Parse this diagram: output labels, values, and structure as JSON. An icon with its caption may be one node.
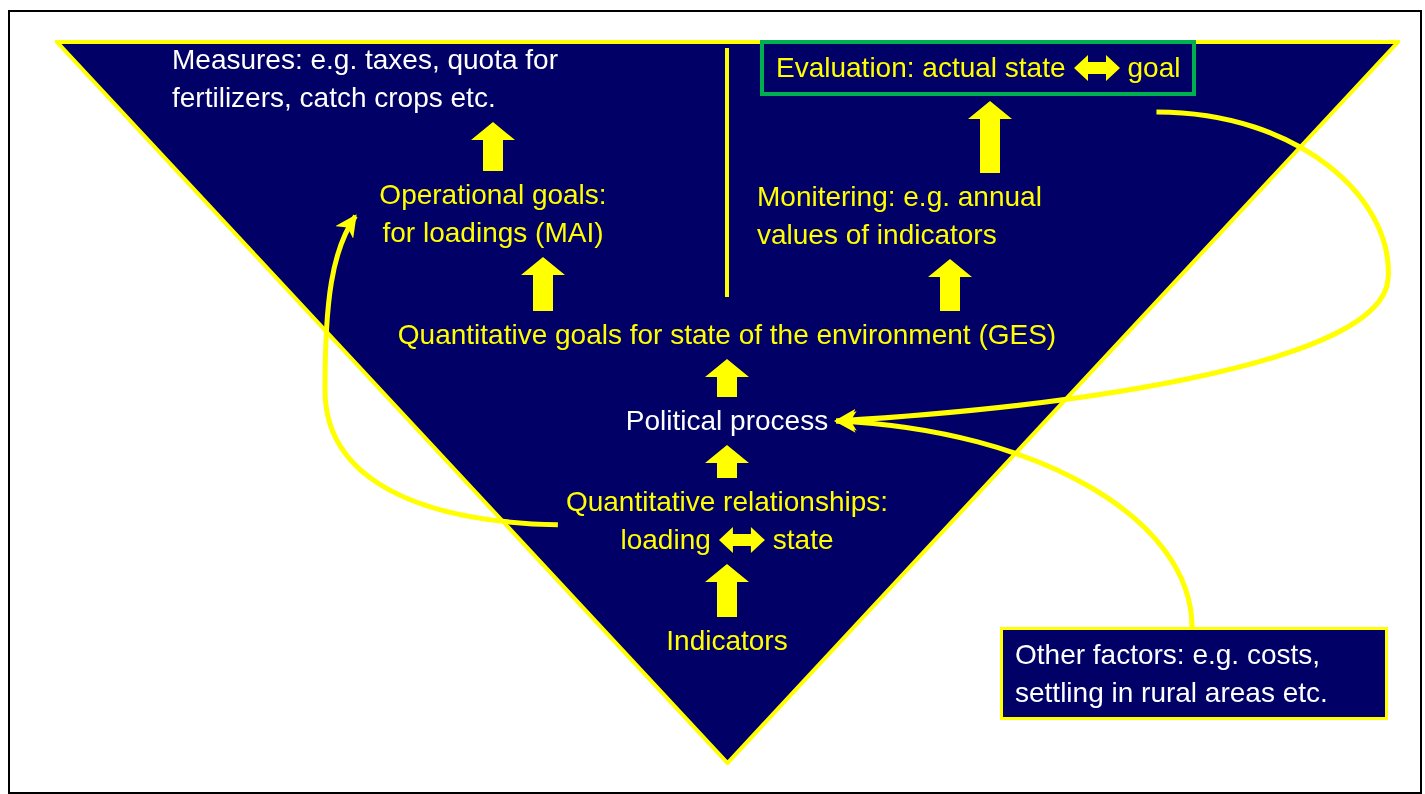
{
  "diagram": {
    "nodes": [
      {
        "text": [],
        "shape": "triangle"
      },
      {
        "text": [
          "Measures: e.g. taxes, quota for fertilizers, catch crops etc."
        ],
        "in": 0
      },
      {
        "text": [
          "Evaluation: actual state",
          "goal"
        ],
        "in": 0
      },
      {
        "text": [
          "Operational goals: for loadings (MAI)"
        ],
        "in": 0
      },
      {
        "text": [
          "Monitering: e.g. annual values of indicators"
        ],
        "in": 0
      },
      {
        "text": [
          "Quantitative goals for state of the environment (GES)"
        ],
        "in": 0
      },
      {
        "text": [
          "Political process"
        ],
        "in": 0
      },
      {
        "text": [
          "Quantitative relationships:",
          "loading",
          "state"
        ],
        "in": 0
      },
      {
        "text": [
          "Indicators"
        ],
        "in": 0
      },
      {
        "text": [
          "Other factors: e.g. costs, settling in rural areas etc."
        ]
      }
    ],
    "edges": [
      {
        "from": 8,
        "to": 7,
        "arrow": "to",
        "style": "thick"
      },
      {
        "from": 7,
        "to": 6,
        "arrow": "to",
        "style": "thick"
      },
      {
        "from": 6,
        "to": 5,
        "arrow": "to",
        "style": "thick"
      },
      {
        "from": 5,
        "to": 3,
        "arrow": "to",
        "style": "thick"
      },
      {
        "from": 5,
        "to": 4,
        "arrow": "to",
        "style": "thick"
      },
      {
        "from": 3,
        "to": 1,
        "arrow": "to",
        "style": "thick"
      },
      {
        "from": 4,
        "to": 2,
        "arrow": "to",
        "style": "thick"
      },
      {
        "from": 7,
        "to": 3,
        "arrow": "to"
      },
      {
        "from": 2,
        "to": 6,
        "arrow": "to"
      },
      {
        "from": 9,
        "to": 6,
        "arrow": "to"
      }
    ]
  }
}
